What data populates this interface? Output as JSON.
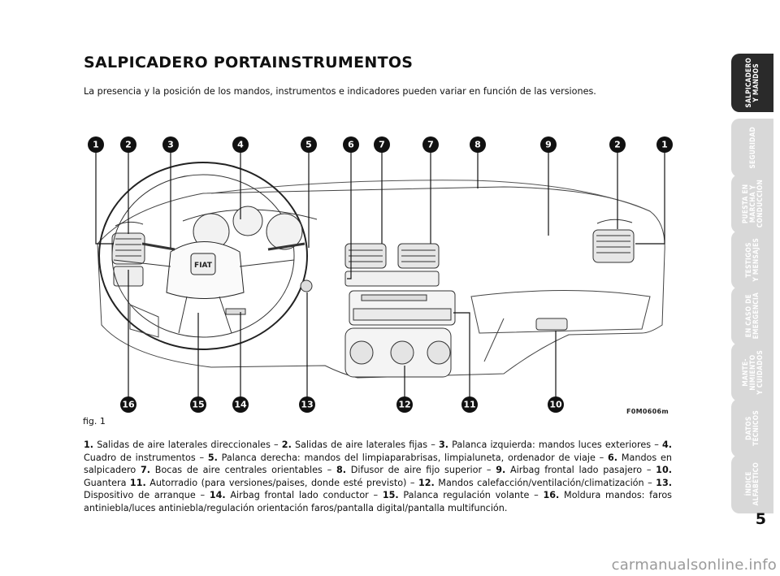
{
  "heading": {
    "title": "SALPICADERO PORTAINSTRUMENTOS"
  },
  "intro": "La presencia y la posición de los mandos, instrumentos e indicadores pueden variar en función de las versiones.",
  "figure": {
    "label": "fig. 1",
    "code": "F0M0606m",
    "brand": "FIAT",
    "callouts_top": [
      "1",
      "2",
      "3",
      "4",
      "5",
      "6",
      "7",
      "7",
      "8",
      "9",
      "2",
      "1"
    ],
    "callouts_bottom": [
      "16",
      "15",
      "14",
      "13",
      "12",
      "11",
      "10"
    ]
  },
  "legend": [
    {
      "n": "1.",
      "t": " Salidas de aire laterales direccionales – "
    },
    {
      "n": "2.",
      "t": " Salidas de aire laterales fijas – "
    },
    {
      "n": "3.",
      "t": " Palanca izquierda: mandos luces exteriores – "
    },
    {
      "n": "4.",
      "t": " Cuadro de instrumentos – "
    },
    {
      "n": "5.",
      "t": " Palanca derecha: mandos del limpiaparabrisas, limpialuneta, ordenador de viaje – "
    },
    {
      "n": "6.",
      "t": " Mandos en salpicadero "
    },
    {
      "n": "7.",
      "t": " Bocas de aire centrales orientables – "
    },
    {
      "n": "8.",
      "t": " Difusor de aire fijo superior – "
    },
    {
      "n": "9.",
      "t": " Airbag frontal lado pasajero – "
    },
    {
      "n": "10.",
      "t": " Guantera "
    },
    {
      "n": "11.",
      "t": " Autorradio (para versiones/paises, donde esté previsto) – "
    },
    {
      "n": "12.",
      "t": " Mandos calefacción/ventilación/climatización – "
    },
    {
      "n": "13.",
      "t": " Dispositivo de arranque – "
    },
    {
      "n": "14.",
      "t": " Airbag frontal lado conductor – "
    },
    {
      "n": "15.",
      "t": " Palanca regulación volante – "
    },
    {
      "n": "16.",
      "t": " Moldura mandos: faros antiniebla/luces an­tiniebla/regulación orientación faros/pantalla digital/pantalla multifunción."
    }
  ],
  "tabs": [
    {
      "label": "SALPICADERO\nY MANDOS",
      "active": true
    },
    {
      "label": "SEGURIDAD",
      "active": false
    },
    {
      "label": "PUESTA EN\nMARCHA Y\nCONDUCCIÓN",
      "active": false
    },
    {
      "label": "TESTIGOS\nY MENSAJES",
      "active": false
    },
    {
      "label": "EN CASO DE\nEMERGENCIA",
      "active": false
    },
    {
      "label": "MANTE-\nNIMIENTO\nY CUIDADOS",
      "active": false
    },
    {
      "label": "DATOS\nTÉCNICOS",
      "active": false
    },
    {
      "label": "ÍNDICE\nALFABÉTICO",
      "active": false
    }
  ],
  "page_number": "5",
  "watermark": "carmanualsonline.info",
  "colors": {
    "tab_active": "#2a2a2a",
    "tab_inactive": "#d8d8d8"
  }
}
